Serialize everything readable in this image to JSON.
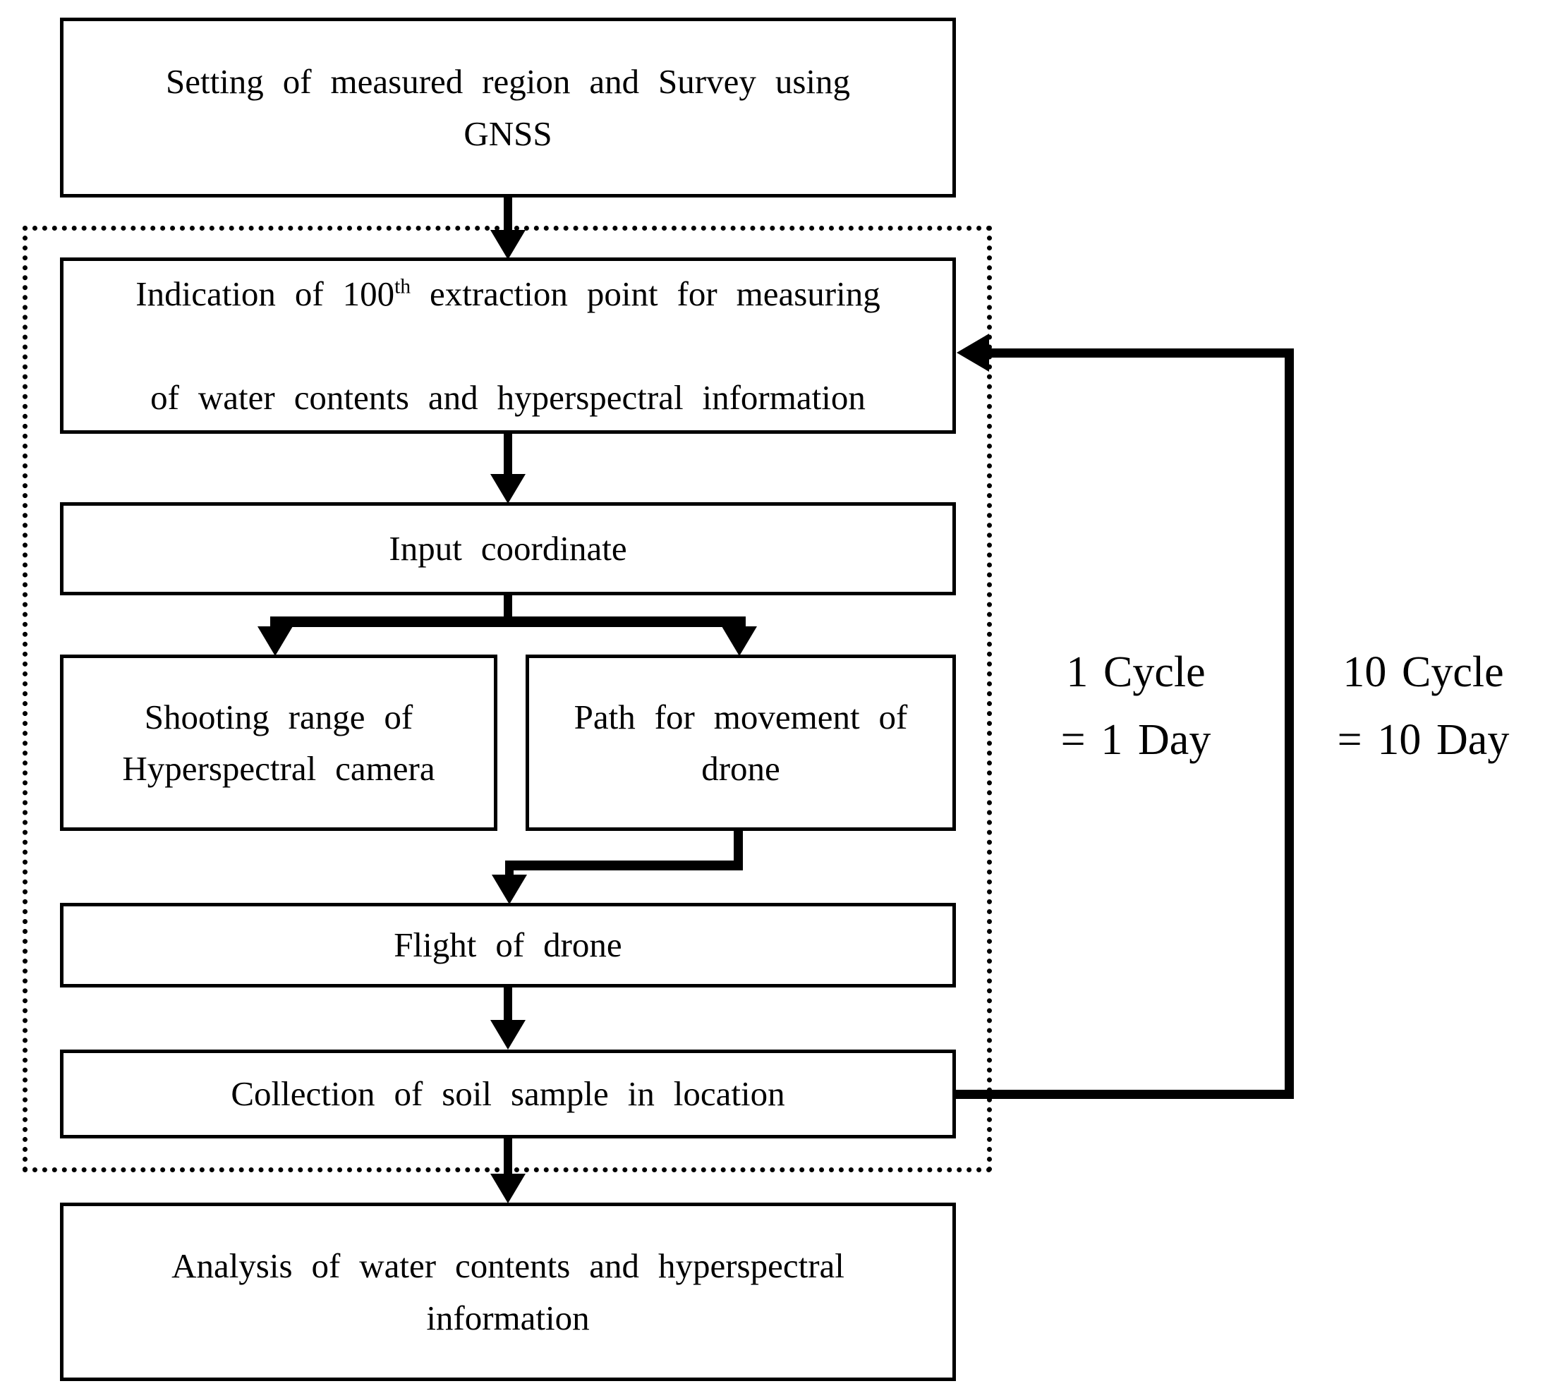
{
  "figure": {
    "colors": {
      "ink": "#000000",
      "paper": "#ffffff"
    },
    "boxes": {
      "setting": "Setting of measured region and Survey using\nGNSS",
      "indication": {
        "line1_pre": "Indication of 100",
        "line1_sup": "th",
        "line1_post": " extraction point for measuring",
        "line2": "of water contents and hyperspectral information"
      },
      "input": "Input coordinate",
      "shooting": "Shooting range of\nHyperspectral camera",
      "path": "Path for movement of\ndrone",
      "flight": "Flight of drone",
      "collection": "Collection of soil sample in location",
      "analysis": "Analysis of water contents and hyperspectral\ninformation"
    },
    "annotations": {
      "cycle1": "1 Cycle\n= 1 Day",
      "cycle10": "10 Cycle\n= 10 Day"
    }
  }
}
